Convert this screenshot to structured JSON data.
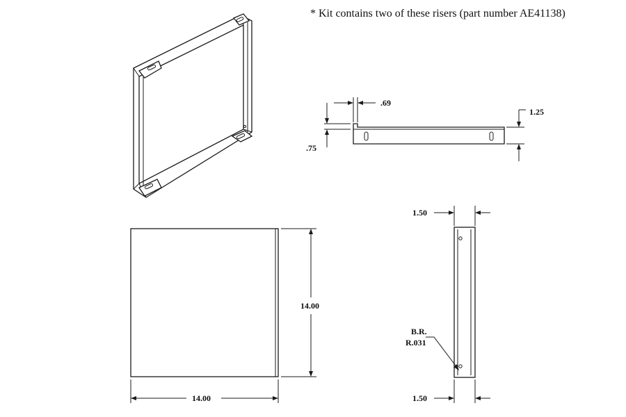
{
  "note": "* Kit contains two of these risers (part number AE41138)",
  "side_view": {
    "gap": ".69",
    "flange": ".75",
    "height": "1.25"
  },
  "front_view": {
    "width": "14.00",
    "height": "14.00"
  },
  "end_view": {
    "top_depth": "1.50",
    "bottom_depth": "1.50",
    "bend_label": "B.R.",
    "bend_radius": "R.031"
  }
}
